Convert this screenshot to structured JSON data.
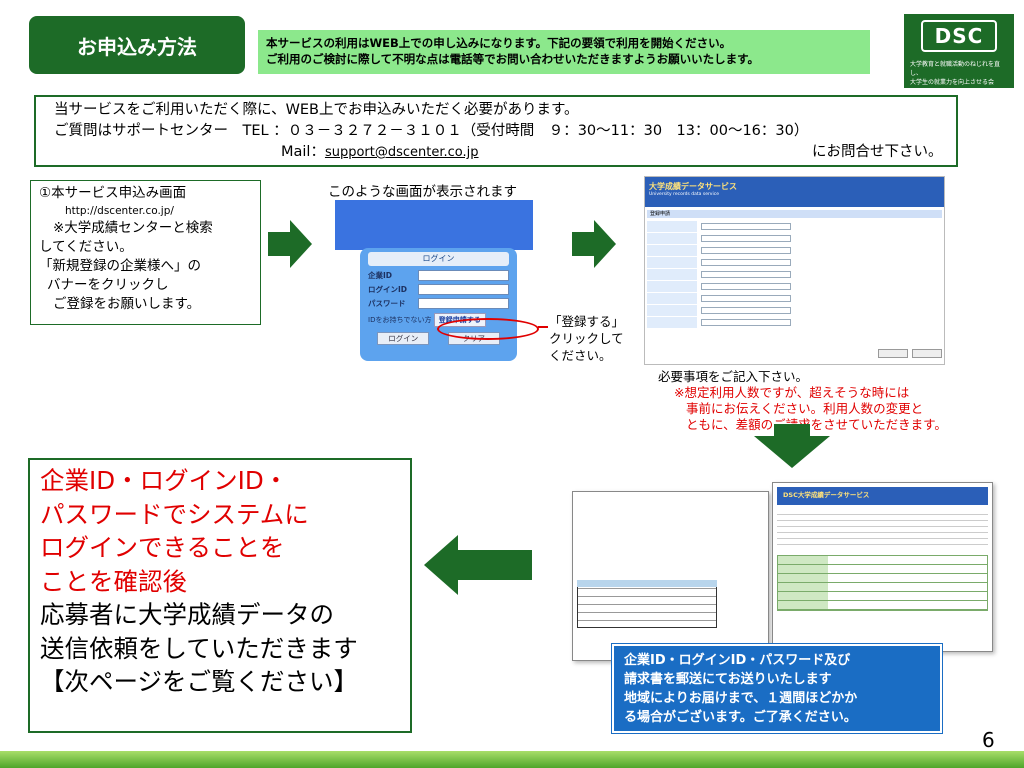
{
  "header": {
    "title": "お申込み方法",
    "notice_line1": "本サービスの利用はWEB上での申し込みになります。下記の要領で利用を開始ください。",
    "notice_line2": "ご利用のご検討に際して不明な点は電話等でお問い合わせいただきますようお願いいたします。"
  },
  "logo": {
    "mark": "DSC",
    "tagline1": "大学教育と就職活動のねじれを直し、",
    "tagline2": "大学生の就業力を向上させる会"
  },
  "contact": {
    "line1": "当サービスをご利用いただく際に、WEB上でお申込みいただく必要があります。",
    "line2": "ご質問はサポートセンター　TEL ：０３－３２７２－３１０１（受付時間　９：30～11：30　13：00～16：30）",
    "mail_label": "Mail：",
    "mail_address": "support@dscenter.co.jp",
    "mail_tail": "にお問合せ下さい。"
  },
  "step1": {
    "line1": "①本サービス申込み画面",
    "url": "http://dscenter.co.jp/",
    "line3": "※大学成績センターと検索",
    "line4": "してください。",
    "line5": "「新規登録の企業様へ」の",
    "line6": "バナーをクリックし",
    "line7": "ご登録をお願いします。"
  },
  "login_panel": {
    "caption": "このような画面が表示されます",
    "title": "ログイン",
    "company_id": "企業ID",
    "login_id": "ログインID",
    "password": "パスワード",
    "id_prompt": "IDをお持ちでない方",
    "register_button": "登録申請する",
    "login_button": "ログイン",
    "clear_button": "クリア"
  },
  "register_note": {
    "line1": "「登録する」",
    "line2": "クリックして",
    "line3": "ください。"
  },
  "form_shot": {
    "brand": "大学成績データサービス",
    "brand_sub": "University records data service",
    "section": "登録申請"
  },
  "must_note": {
    "line1": "必要事項をご記入下さい。",
    "line2": "※想定利用人数ですが、超えそうな時には",
    "line3": "事前にお伝えください。利用人数の変更と",
    "line4": "ともに、差額のご請求をさせていただきます。"
  },
  "documents": {
    "front_title": "DSC大学成績データサービス"
  },
  "blue_note": {
    "line1": "企業ID・ログインID・パスワード及び",
    "line2": "請求書を郵送にてお送りいたします",
    "line3": "地域によりお届けまで、１週間ほどかか",
    "line4": "る場合がございます。ご了承ください。"
  },
  "callout": {
    "red1": "企業ID・ログインID・",
    "red2": "パスワードでシステムに",
    "red3": "ログインできることを",
    "red4": "ことを確認後",
    "line5": "応募者に大学成績データの",
    "line6": "送信依頼をしていただきます",
    "line7": "【次ページをご覧ください】"
  },
  "page_number": "6",
  "colors": {
    "brand_green": "#1d6b27",
    "notice_green": "#8ce88c",
    "accent_red": "#e00000",
    "note_blue": "#1a6dc4"
  }
}
